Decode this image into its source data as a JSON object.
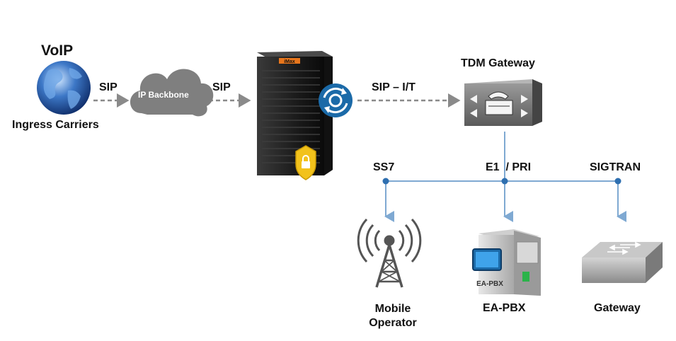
{
  "voip": {
    "title": "VoIP",
    "caption": "Ingress Carriers"
  },
  "links": {
    "sip_left": "SIP",
    "sip_right": "SIP",
    "sip_it": "SIP – I/T"
  },
  "cloud": {
    "label": "IP Backbone"
  },
  "server": {
    "brand": "iMax"
  },
  "tdm": {
    "title": "TDM Gateway"
  },
  "bus": {
    "ss7": "SS7",
    "e1": "E1  / PRI",
    "sigtran": "SIGTRAN"
  },
  "endpoints": {
    "mobile": "Mobile\nOperator",
    "pbx": "EA-PBX",
    "pbx_box_label": "EA-PBX",
    "gateway": "Gateway"
  },
  "colors": {
    "dashed": "#8a8a8a",
    "cloud": "#7f7f7f",
    "bus_line": "#7fa9d2",
    "bus_dot": "#2e6fb0",
    "server_badge": "#1b6aa8",
    "shield": "#f2c21b"
  }
}
